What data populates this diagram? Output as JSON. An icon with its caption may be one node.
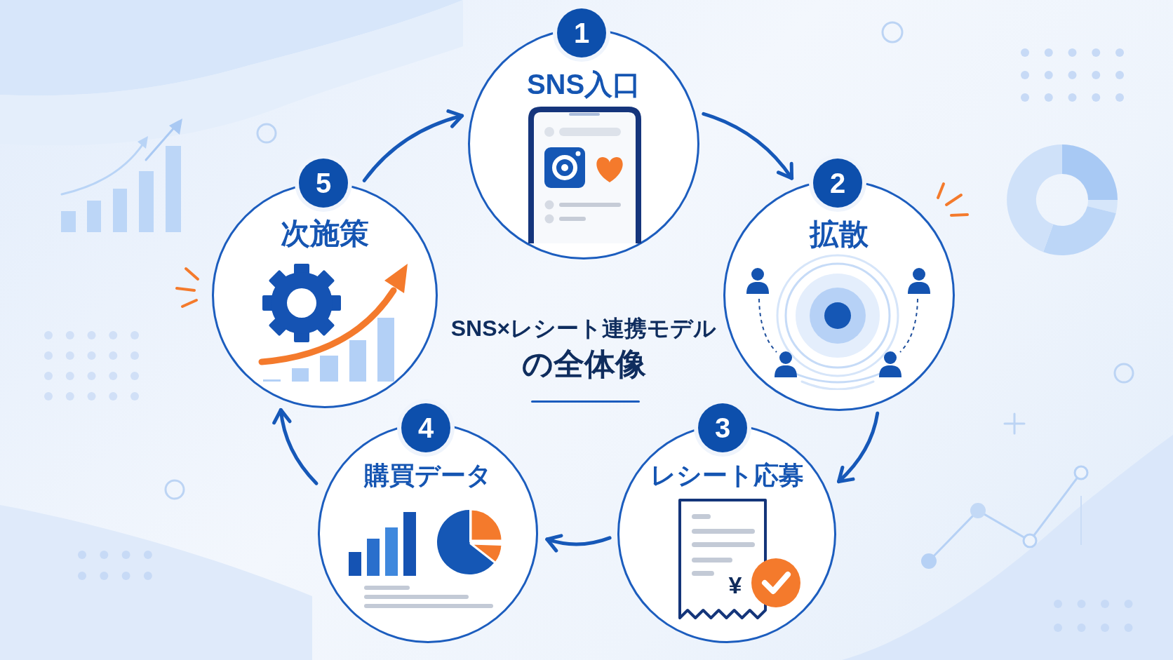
{
  "diagram": {
    "title": "SNS×レシート連携モデルの全体像",
    "nodes": [
      {
        "text": [
          "1"
        ]
      },
      {
        "text": [
          "SNS入口"
        ]
      },
      {
        "text": [
          "2"
        ]
      },
      {
        "text": [
          "拡散"
        ]
      },
      {
        "text": [
          "3"
        ]
      },
      {
        "text": [
          "レシート応募",
          "¥"
        ]
      },
      {
        "text": [
          "4"
        ]
      },
      {
        "text": [
          "購買データ"
        ]
      },
      {
        "text": [
          "5"
        ]
      },
      {
        "text": [
          "次施策"
        ]
      }
    ],
    "edges": [
      {
        "from": 1,
        "to": 3,
        "arrow": "to"
      },
      {
        "from": 3,
        "to": 5,
        "arrow": "to"
      },
      {
        "from": 5,
        "to": 7,
        "arrow": "to"
      },
      {
        "from": 7,
        "to": 9,
        "arrow": "to"
      },
      {
        "from": 9,
        "to": 1,
        "arrow": "to"
      }
    ]
  }
}
